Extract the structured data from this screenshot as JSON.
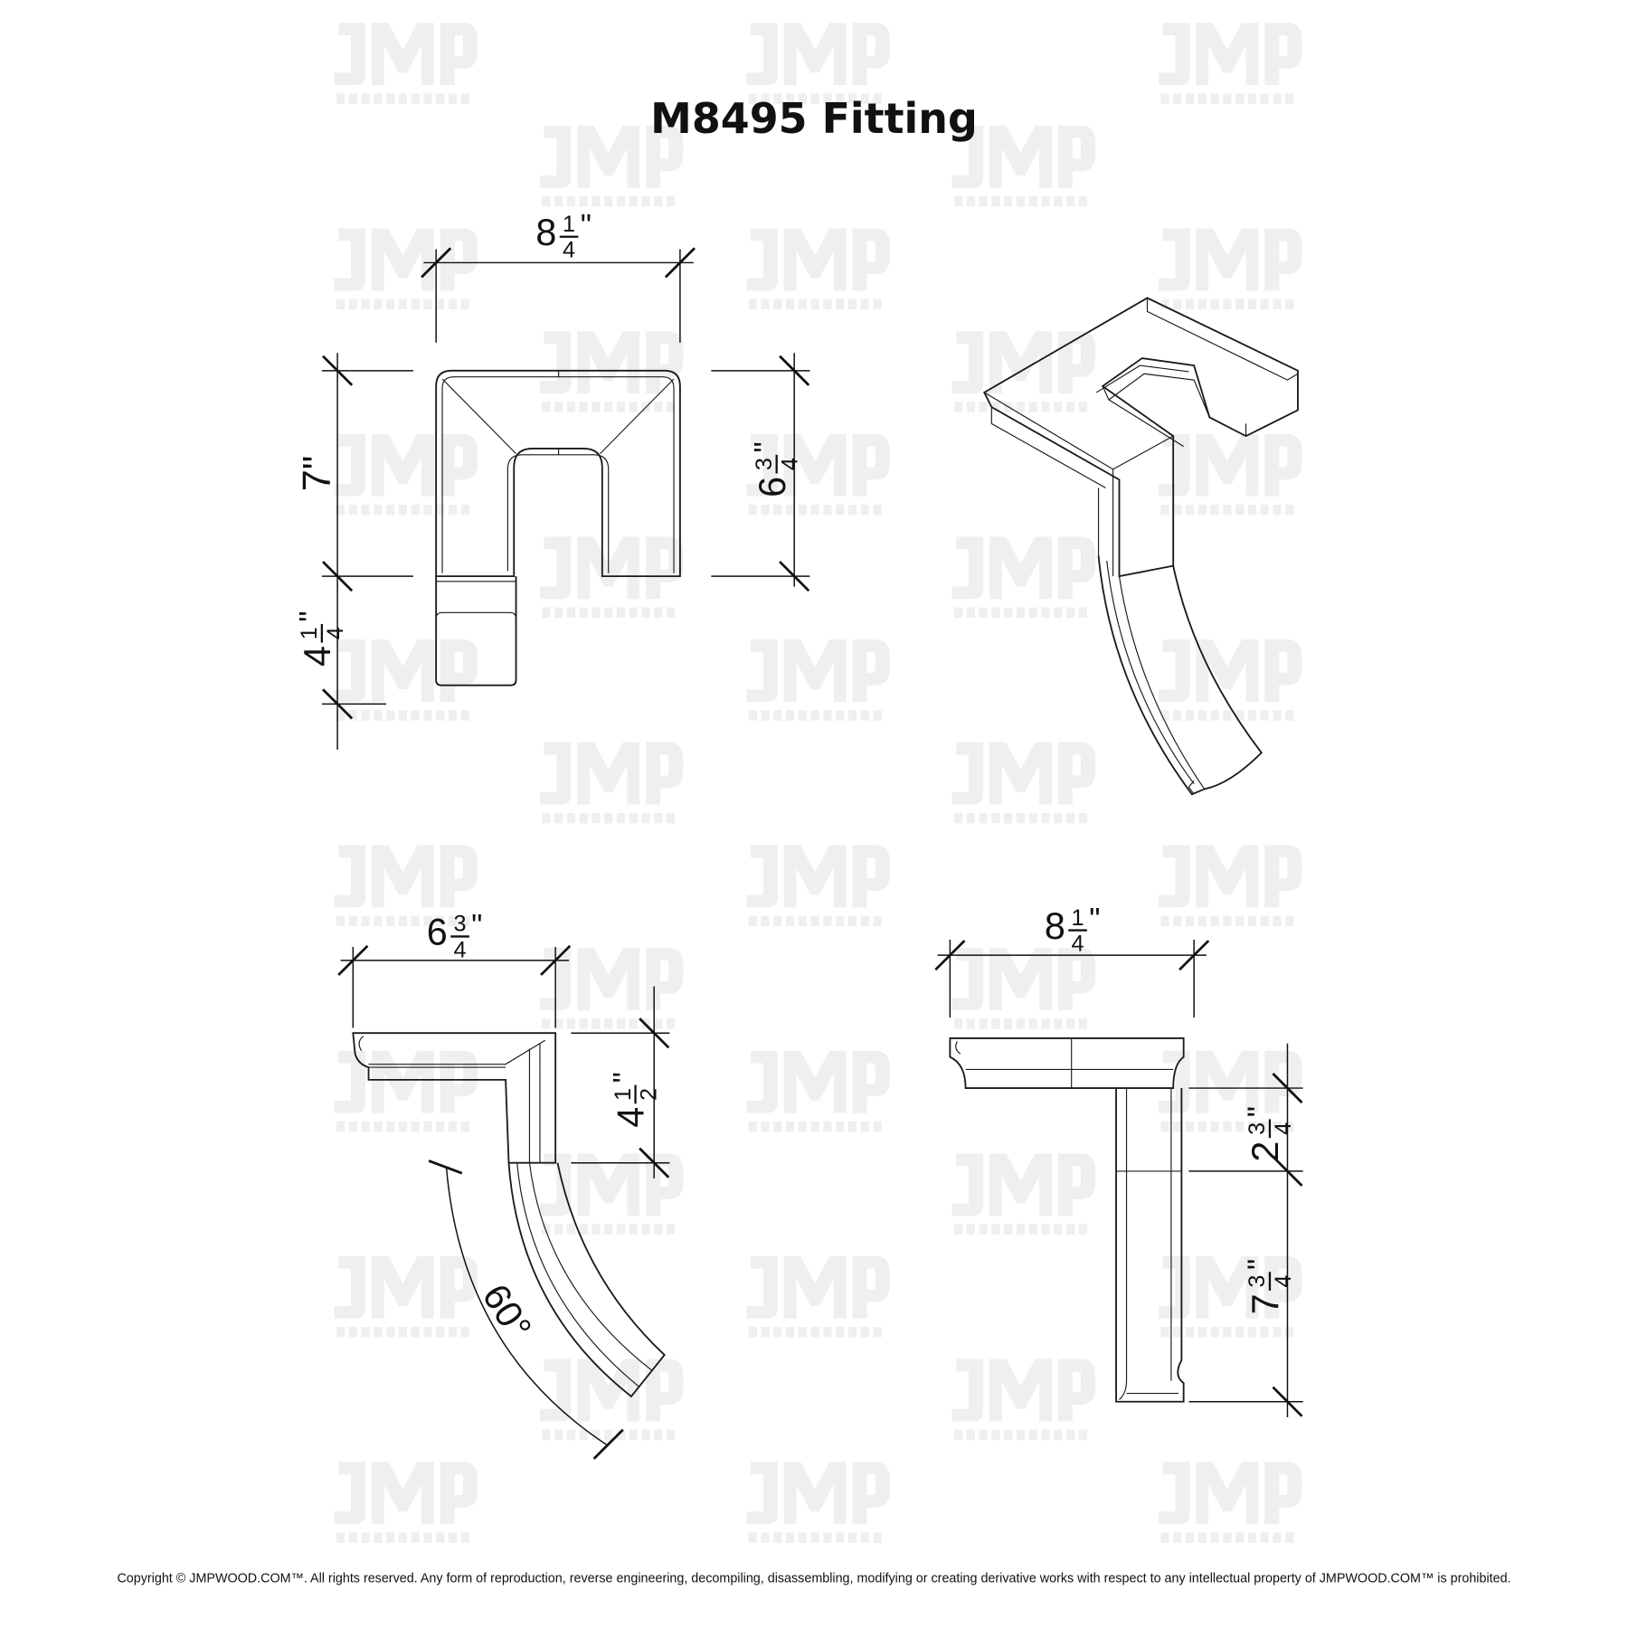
{
  "title": "M8495 Fitting",
  "watermark": {
    "logo": "JMP",
    "site": "JMPWOOD.COM"
  },
  "views": {
    "plan": {
      "width": {
        "whole": "8",
        "num": "1",
        "den": "4",
        "unit": "\""
      },
      "height": {
        "text": "7\""
      },
      "extension": {
        "whole": "4",
        "num": "1",
        "den": "4",
        "unit": "\""
      },
      "inner_height": {
        "whole": "6",
        "num": "3",
        "den": "4",
        "unit": "\""
      }
    },
    "side": {
      "width": {
        "whole": "6",
        "num": "3",
        "den": "4",
        "unit": "\""
      },
      "height": {
        "whole": "4",
        "num": "1",
        "den": "2",
        "unit": "\""
      },
      "angle": "60°"
    },
    "front": {
      "width": {
        "whole": "8",
        "num": "1",
        "den": "4",
        "unit": "\""
      },
      "upper": {
        "whole": "2",
        "num": "3",
        "den": "4",
        "unit": "\""
      },
      "lower": {
        "whole": "7",
        "num": "3",
        "den": "4",
        "unit": "\""
      }
    }
  },
  "footer": "Copyright © JMPWOOD.COM™. All rights reserved. Any form of reproduction, reverse engineering, decompiling, disassembling, modifying or creating derivative works with respect to any intellectual property of JMPWOOD.COM™ is prohibited."
}
